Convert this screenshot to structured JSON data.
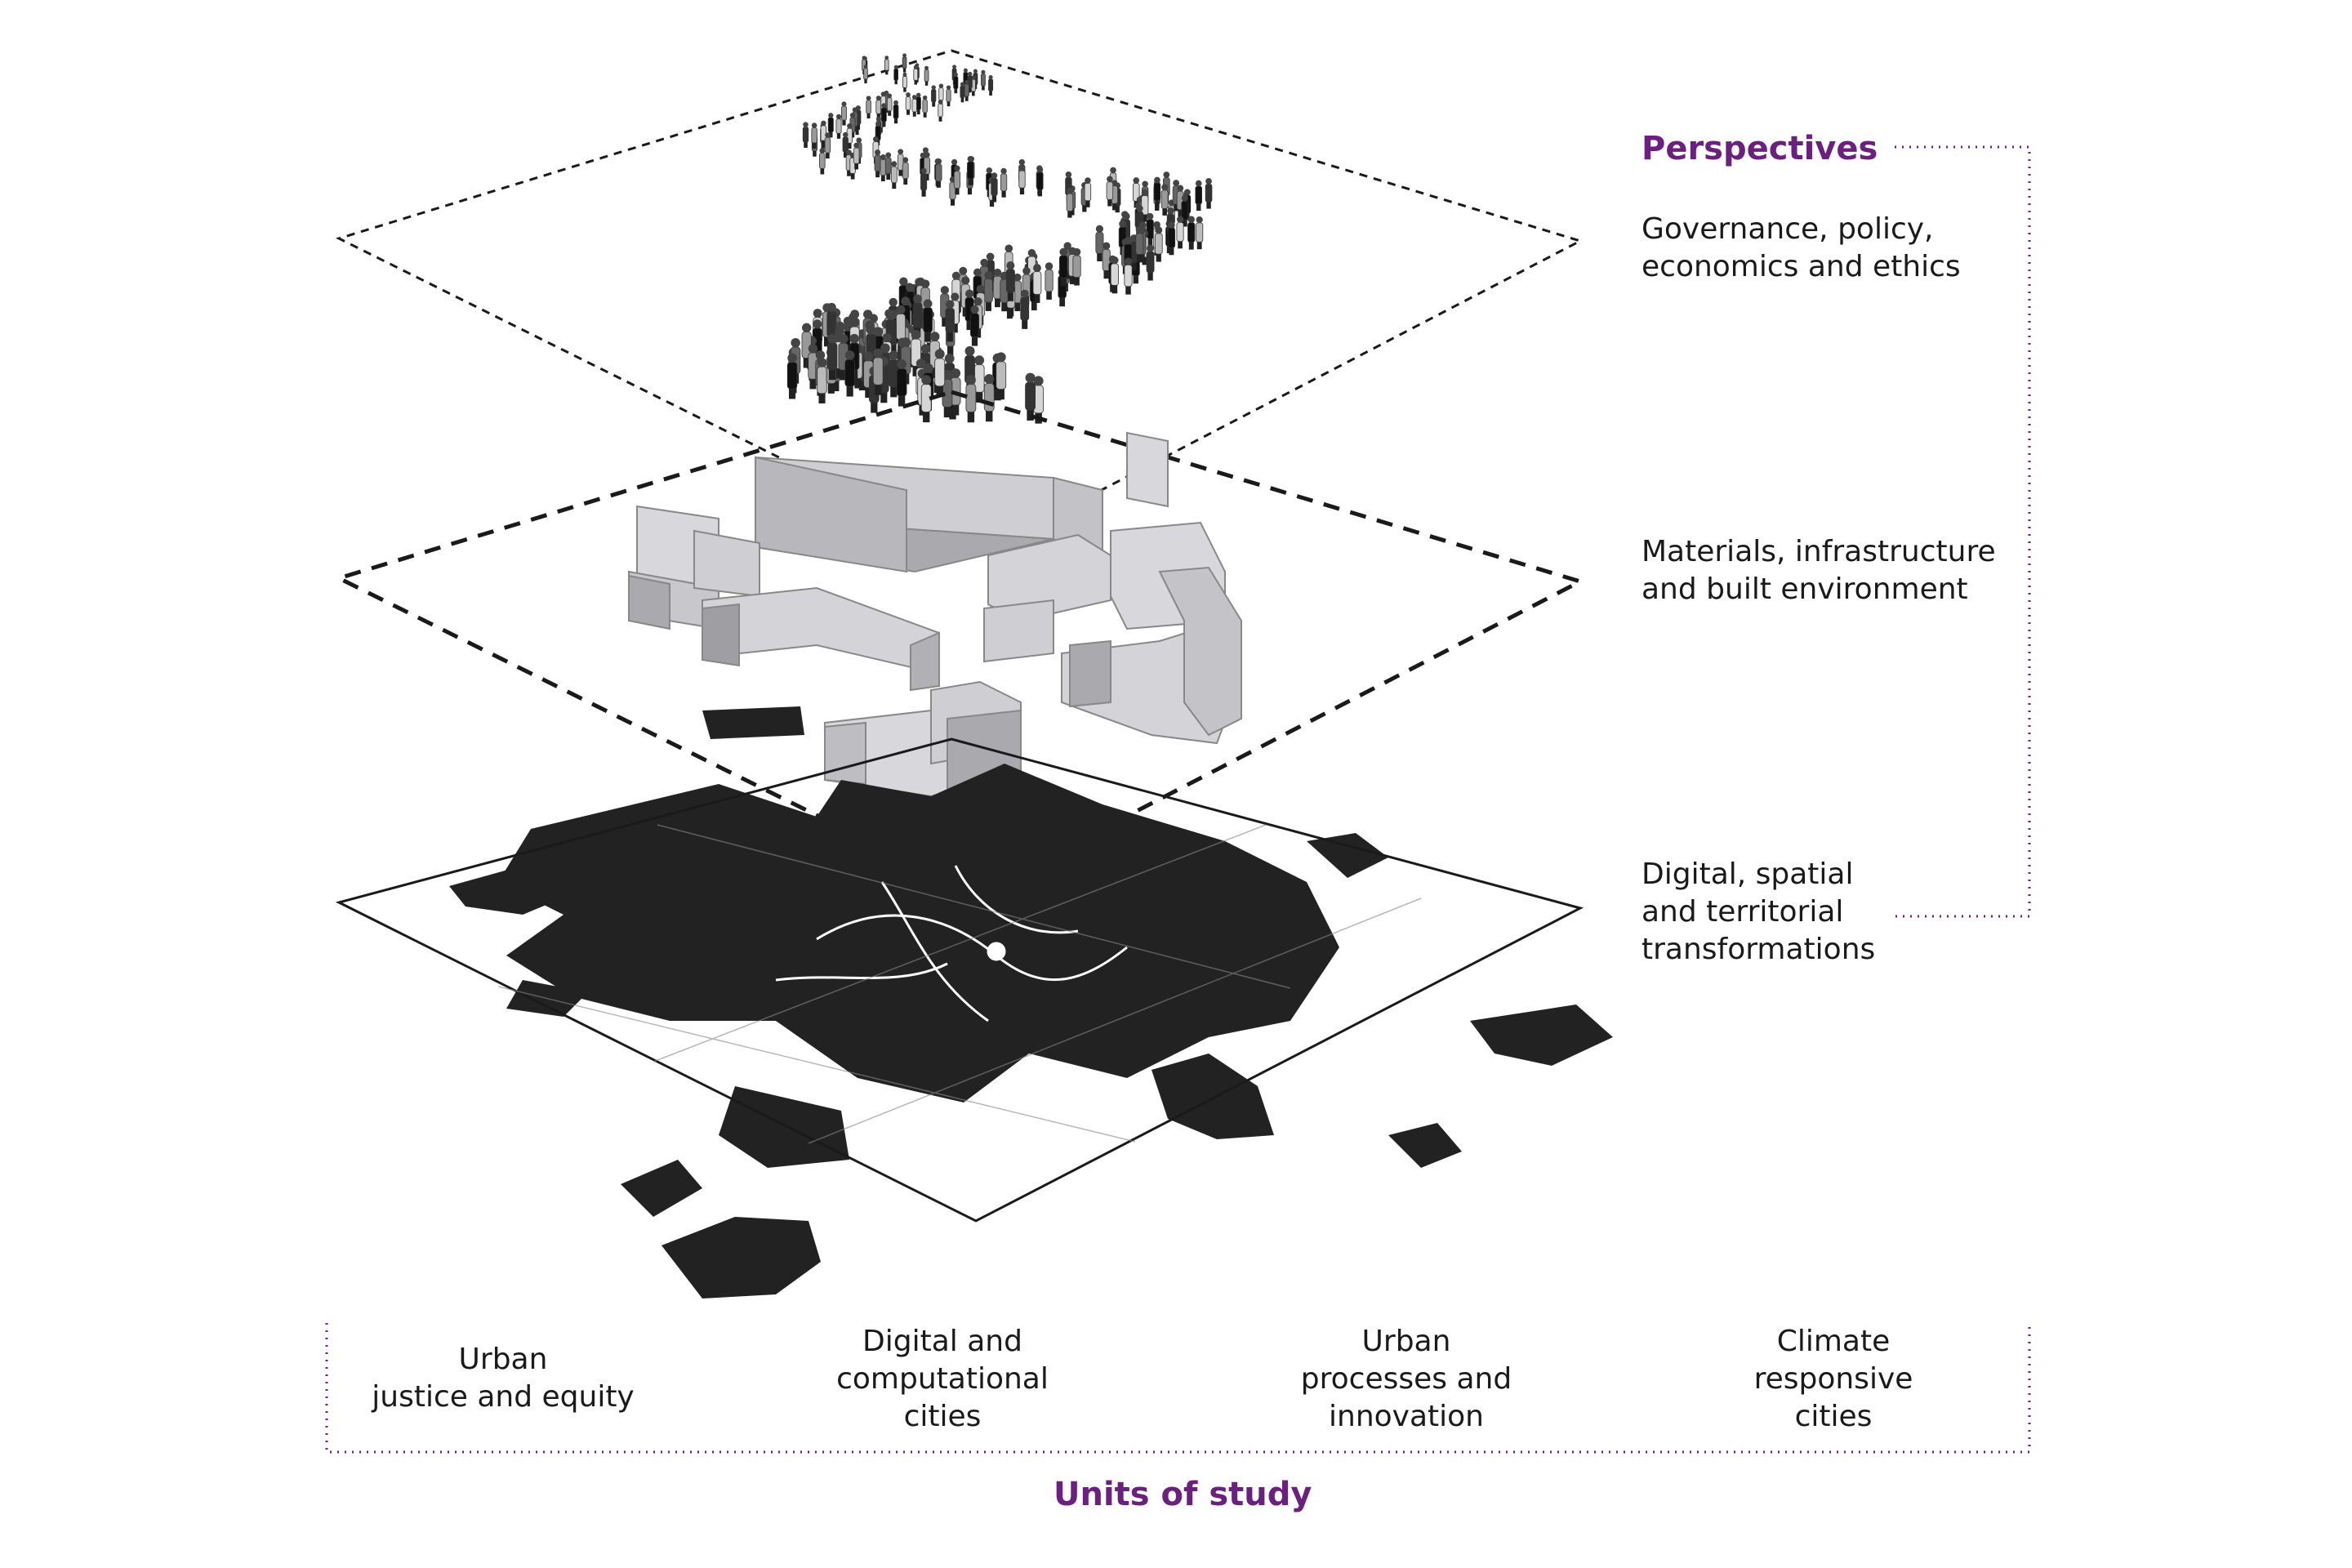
{
  "perspectives": {
    "title": "Perspectives",
    "items": [
      {
        "lines": [
          "Governance, policy,",
          "economics and ethics"
        ]
      },
      {
        "lines": [
          "Materials, infrastructure",
          "and built environment"
        ]
      },
      {
        "lines": [
          "Digital, spatial",
          "and territorial",
          "transformations"
        ]
      }
    ]
  },
  "units": {
    "title": "Units of study",
    "items": [
      {
        "lines": [
          "Urban",
          "justice and equity"
        ]
      },
      {
        "lines": [
          "Digital and",
          "computational",
          "cities"
        ]
      },
      {
        "lines": [
          "Urban",
          "processes and",
          "innovation"
        ]
      },
      {
        "lines": [
          "Climate",
          "responsive",
          "cities"
        ]
      }
    ]
  },
  "colors": {
    "accent": "#6b1f7f",
    "ink": "#1a1a1a",
    "building": "#cfcfd3",
    "map": "#222222"
  }
}
